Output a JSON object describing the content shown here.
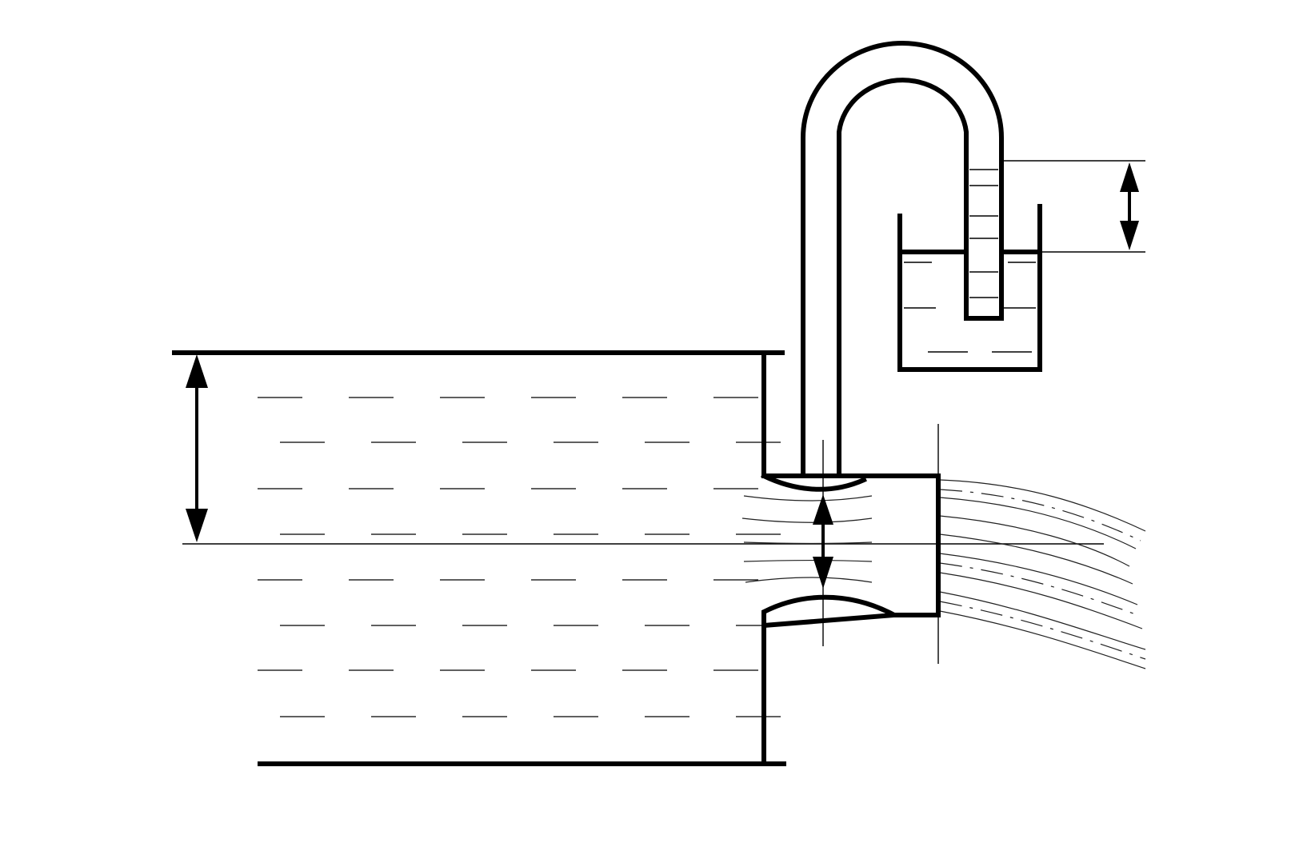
{
  "diagram": {
    "type": "venturi-nozzle-with-inverted-u-tube-manometer",
    "components": [
      "tank-water-body",
      "tank-wall",
      "nozzle-throat",
      "upper-lip",
      "lower-lip",
      "inverted-u-tube",
      "reservoir-cup",
      "outflow-jet"
    ],
    "dimension_arrows": [
      "head-height-arrow",
      "throat-gap-arrow",
      "manometer-rise-arrow"
    ],
    "colors": {
      "ink": "#000000",
      "background": "#ffffff"
    }
  }
}
